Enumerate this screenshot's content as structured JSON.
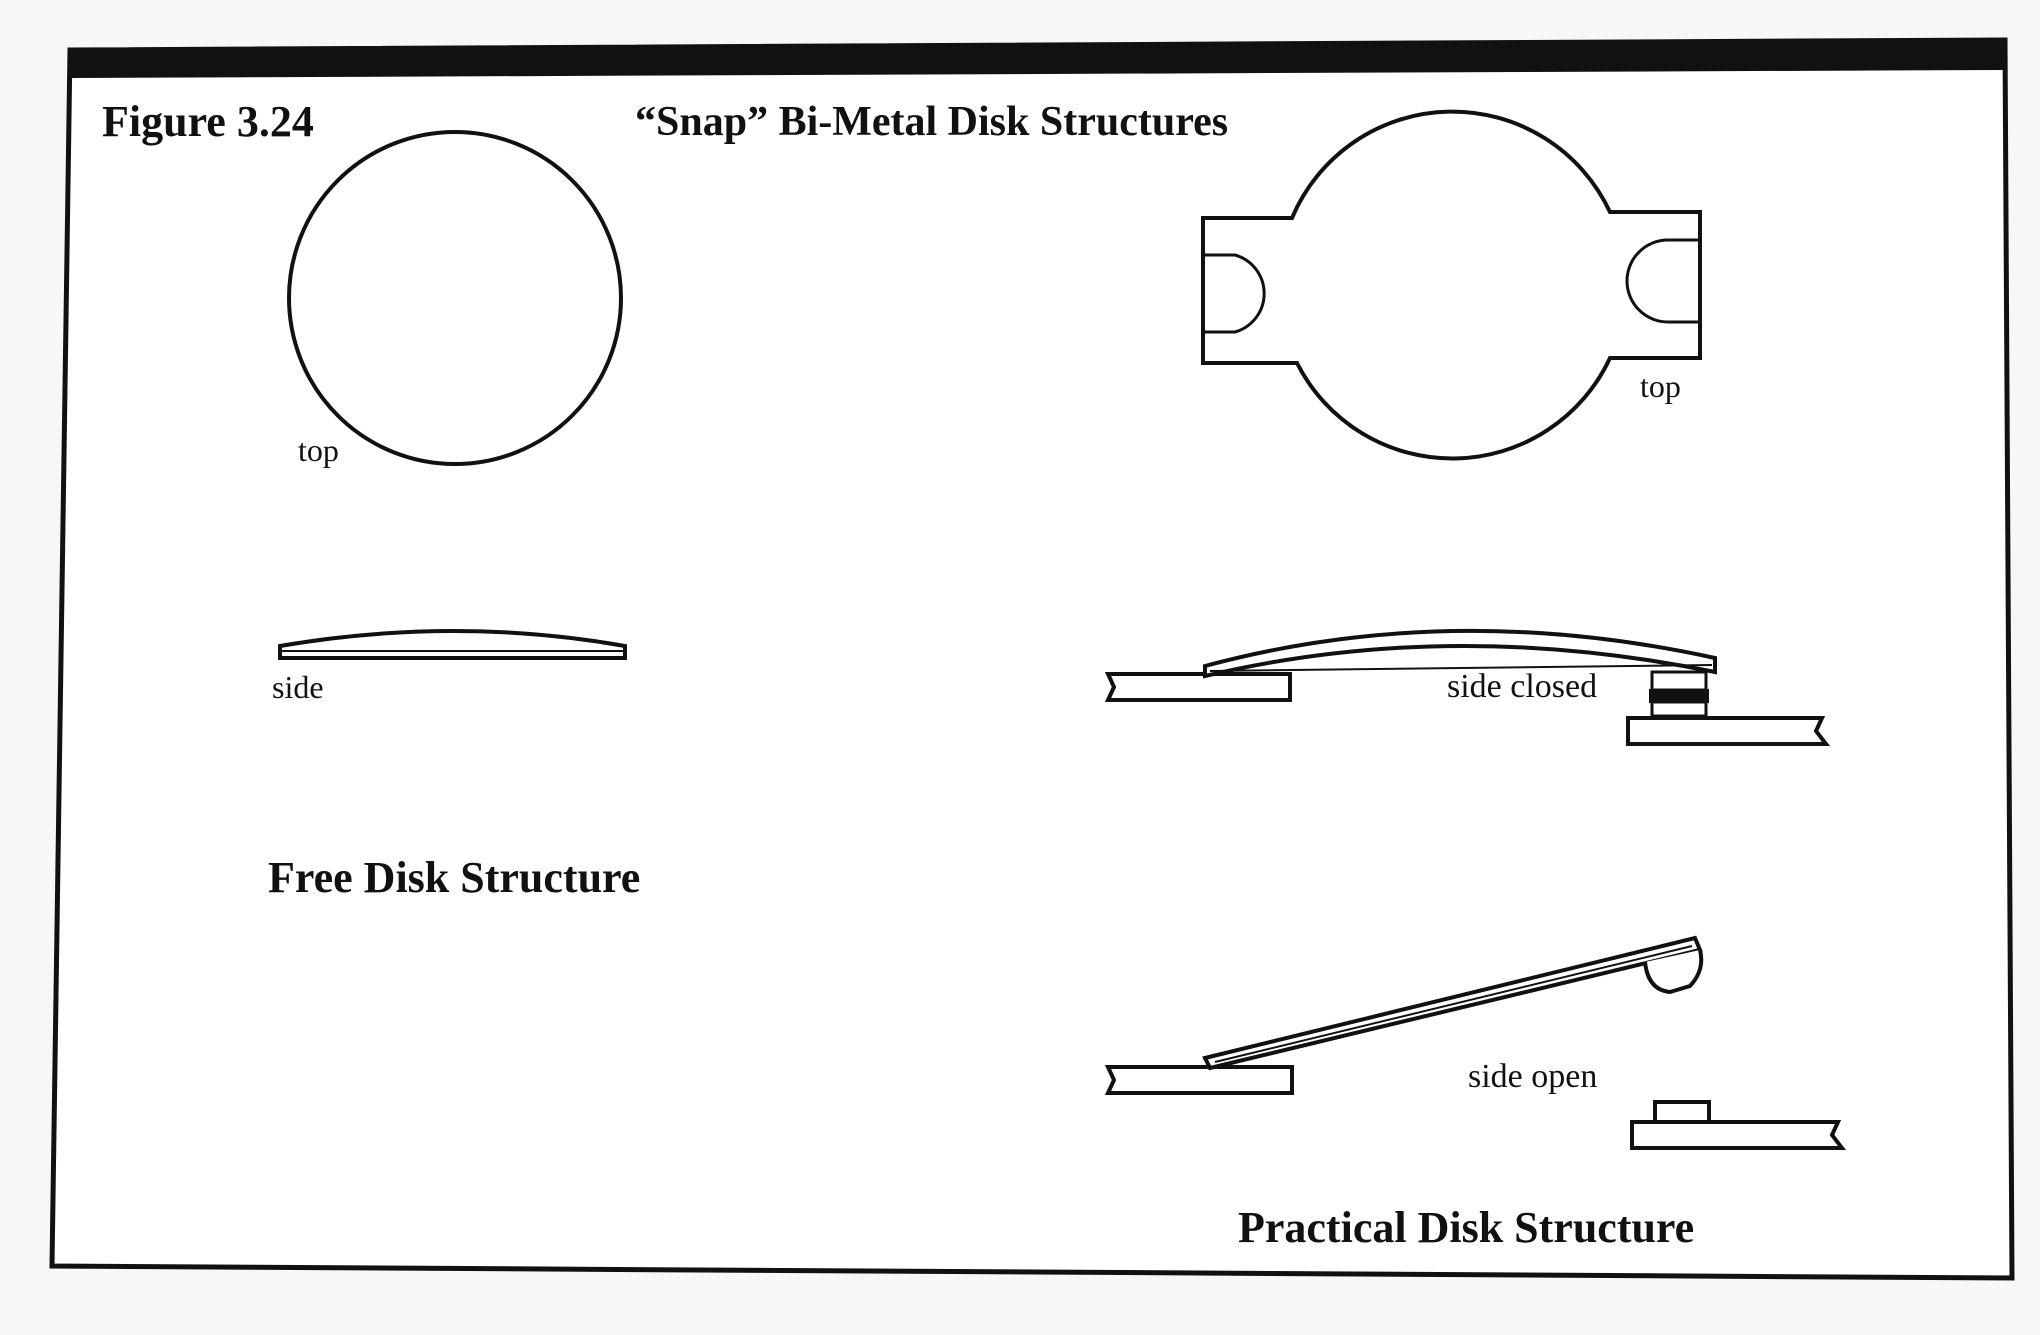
{
  "figure_number": "Figure 3.24",
  "title": "“Snap” Bi-Metal Disk Structures",
  "free_disk": {
    "top_label": "top",
    "side_label": "side",
    "caption": "Free Disk Structure"
  },
  "practical_disk": {
    "top_label": "top",
    "side_closed_label": "side closed",
    "side_open_label": "side open",
    "caption": "Practical Disk Structure"
  },
  "colors": {
    "ink": "#111111",
    "paper": "#ffffff",
    "background": "#f7f7f7"
  }
}
